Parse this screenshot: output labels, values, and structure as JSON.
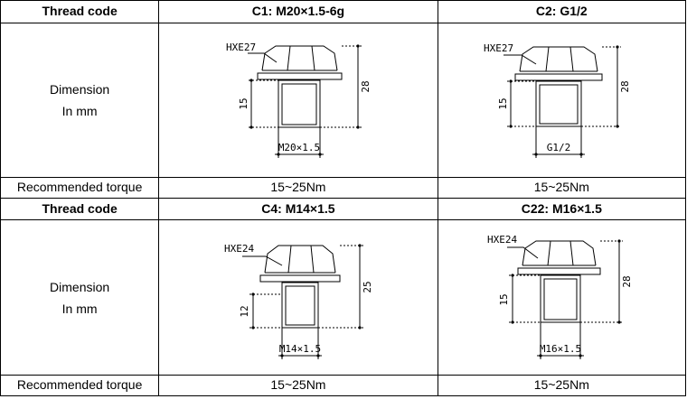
{
  "rows": [
    {
      "header_label": "Thread code",
      "variants": [
        {
          "title": "C1: M20×1.5-6g",
          "hex_label": "HXE27",
          "thread_label": "M20×1.5",
          "length_label": "15",
          "height_label": "28",
          "torque": "15~25Nm"
        },
        {
          "title": "C2: G1/2",
          "hex_label": "HXE27",
          "thread_label": "G1/2",
          "length_label": "15",
          "height_label": "28",
          "torque": "15~25Nm"
        }
      ],
      "dimension_label_line1": "Dimension",
      "dimension_label_line2": "In mm",
      "torque_label": "Recommended torque"
    },
    {
      "header_label": "Thread code",
      "variants": [
        {
          "title": "C4: M14×1.5",
          "hex_label": "HXE24",
          "thread_label": "M14×1.5",
          "length_label": "12",
          "height_label": "25",
          "torque": "15~25Nm"
        },
        {
          "title": "C22: M16×1.5",
          "hex_label": "HXE24",
          "thread_label": "M16×1.5",
          "length_label": "15",
          "height_label": "28",
          "torque": "15~25Nm"
        }
      ],
      "dimension_label_line1": "Dimension",
      "dimension_label_line2": "In mm",
      "torque_label": "Recommended torque"
    }
  ]
}
